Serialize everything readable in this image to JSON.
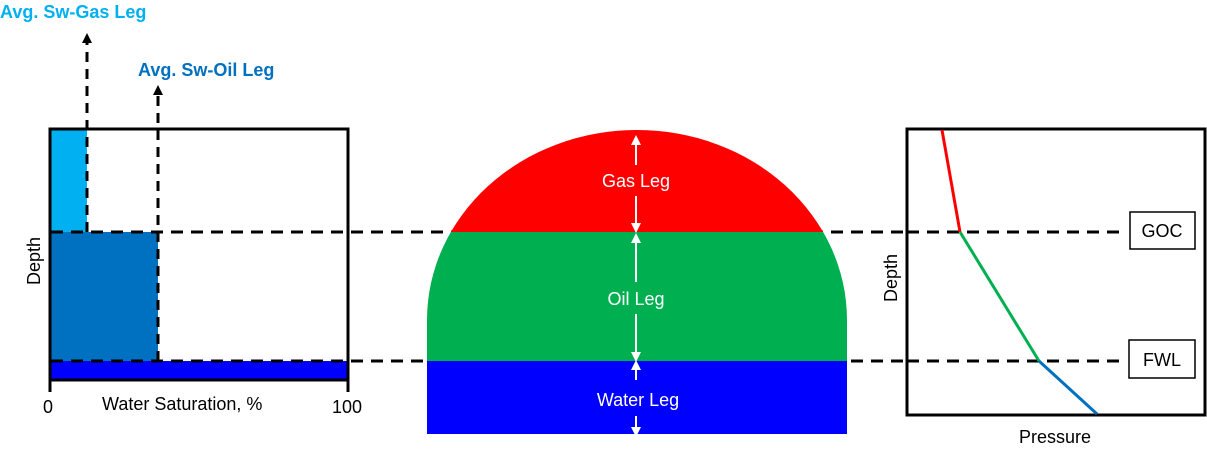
{
  "left_panel": {
    "gas_label": "Avg. Sw-Gas Leg",
    "oil_label": "Avg. Sw-Oil Leg",
    "ylabel": "Depth",
    "xlabel": "Water Saturation, %",
    "x_min": "0",
    "x_max": "100",
    "colors": {
      "gas": "#00B0F0",
      "oil": "#0070C0",
      "water": "#0000FF",
      "label_gas": "#00B0F0",
      "label_oil": "#0070C0"
    }
  },
  "center_panel": {
    "gas": "Gas Leg",
    "oil": "Oil Leg",
    "water": "Water Leg",
    "colors": {
      "gas": "#FF0000",
      "oil": "#00B050",
      "water": "#0000FF"
    }
  },
  "right_panel": {
    "ylabel": "Depth",
    "xlabel": "Pressure",
    "goc": "GOC",
    "fwl": "FWL",
    "colors": {
      "gas": "#FF0000",
      "oil": "#00B050",
      "water": "#0070C0"
    }
  }
}
